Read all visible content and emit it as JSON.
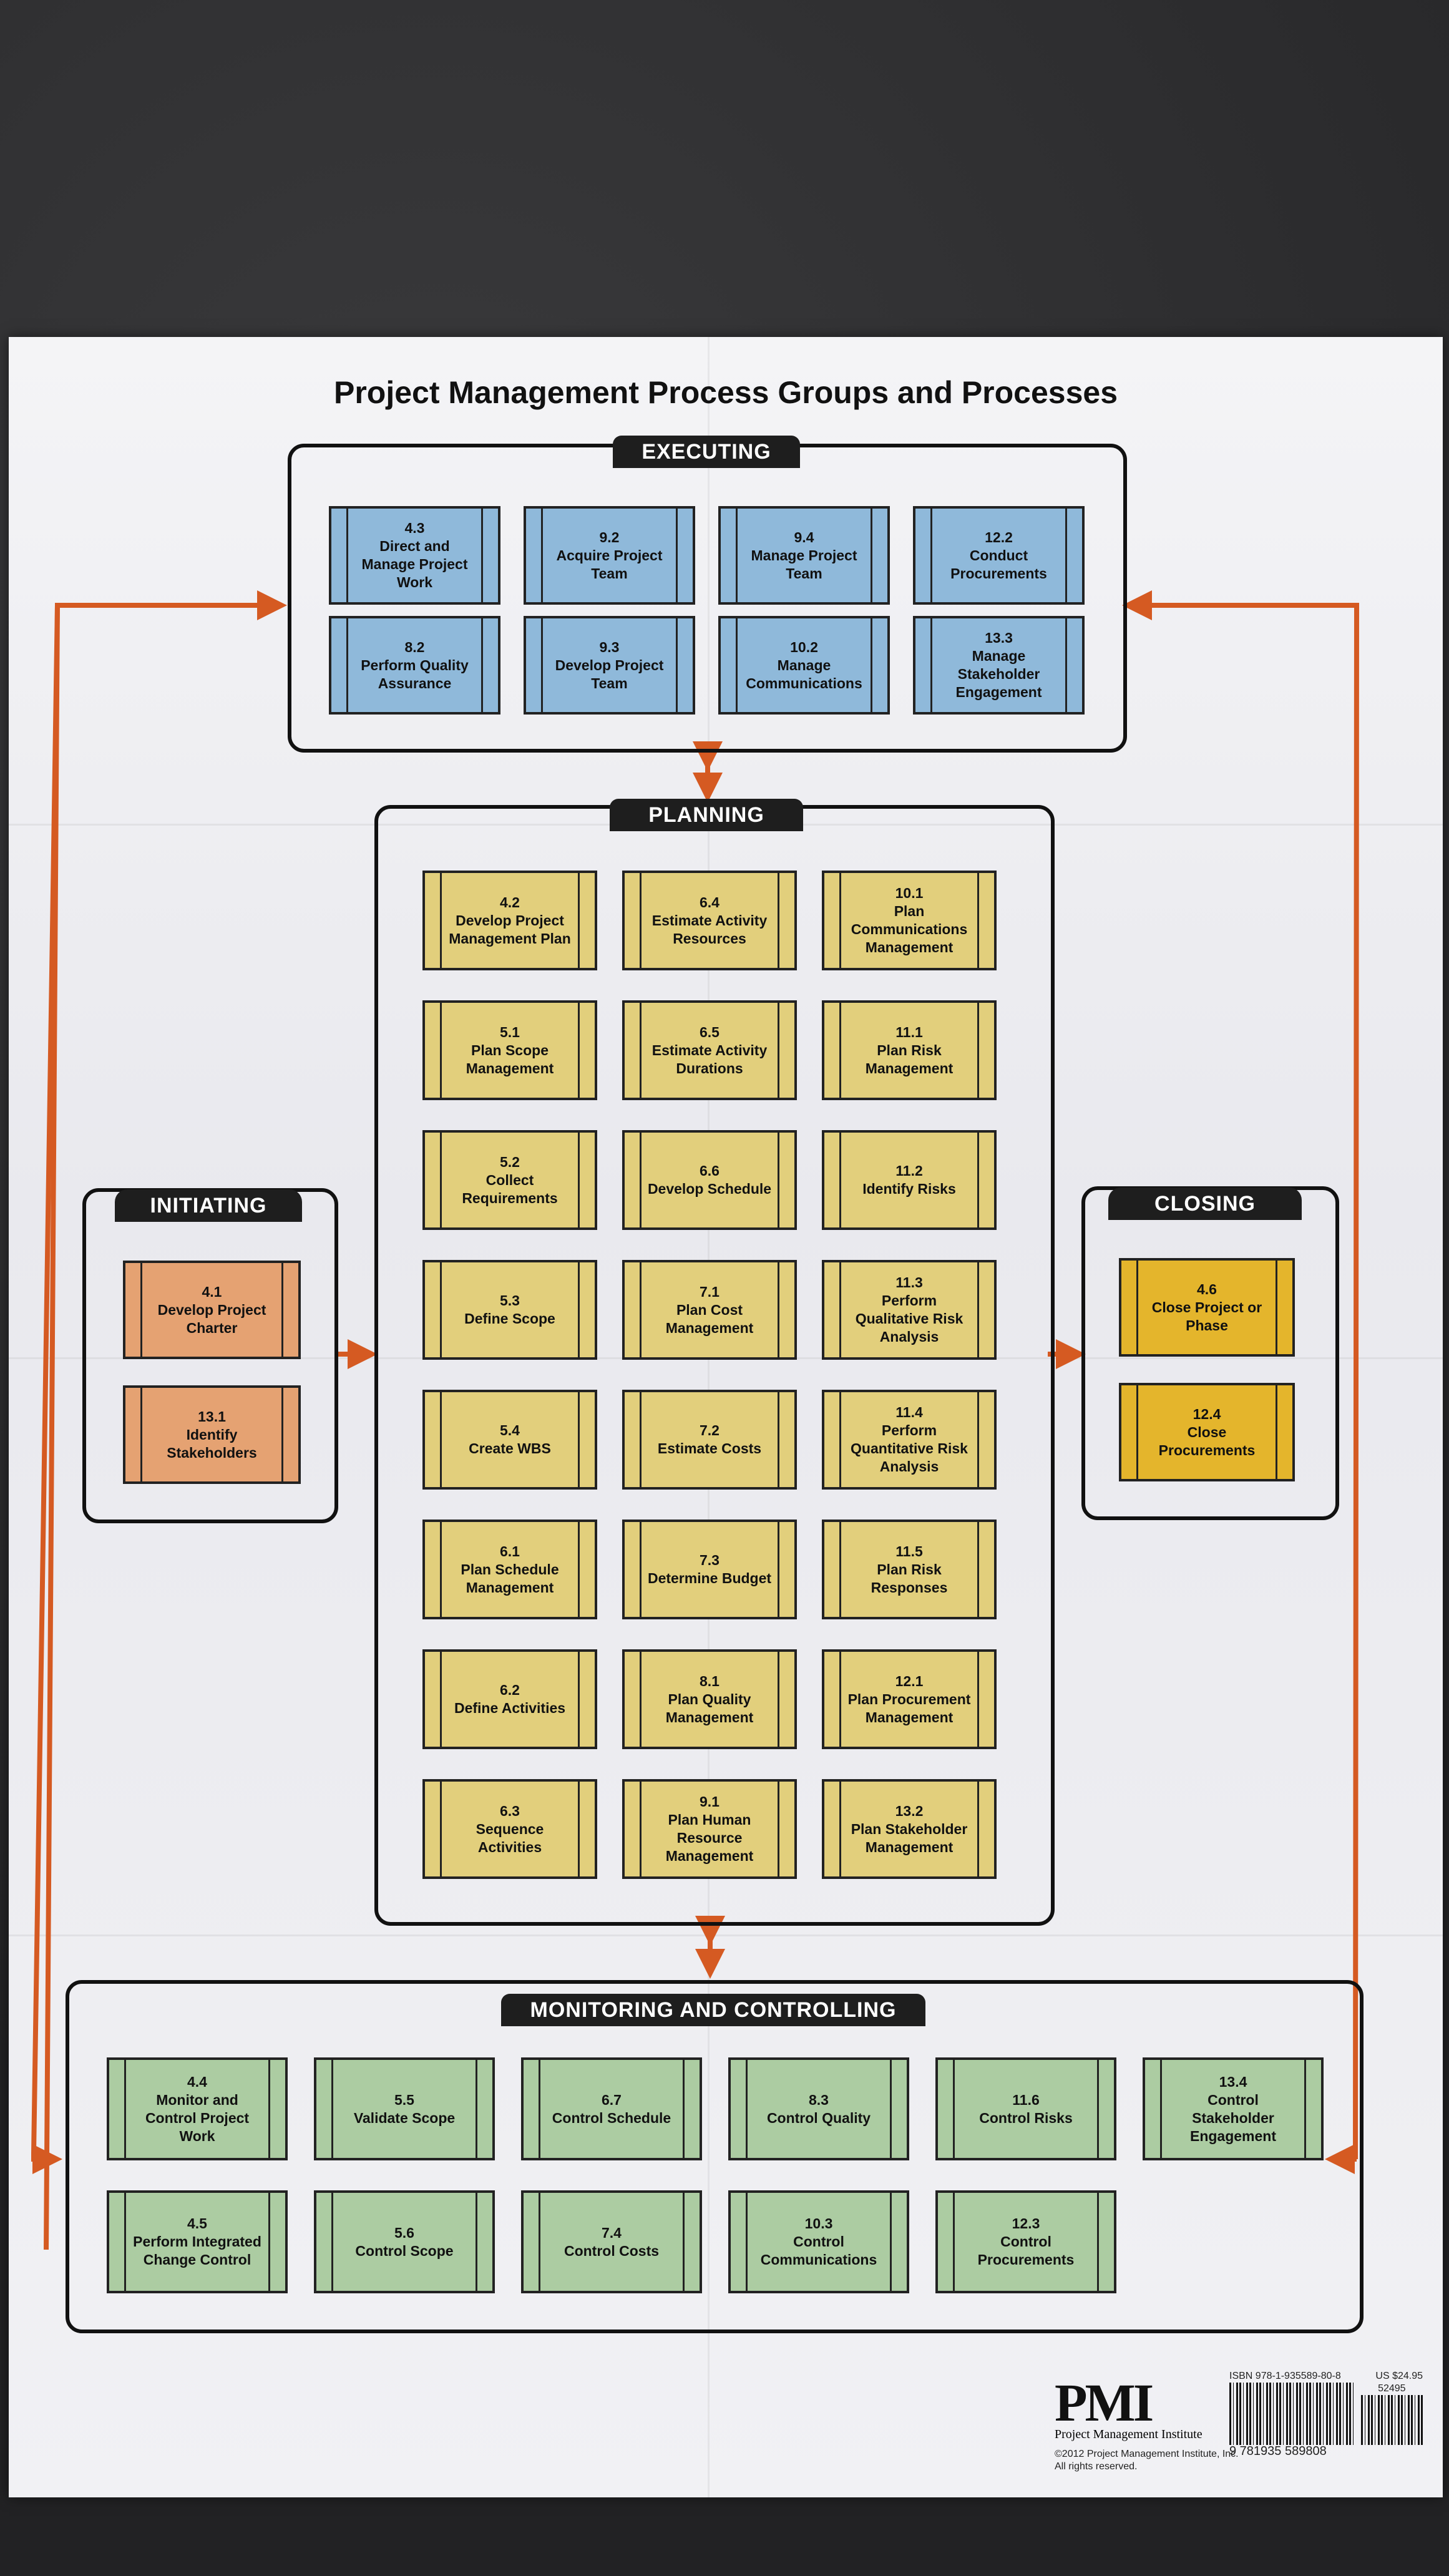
{
  "title": "Project Management Process Groups and Processes",
  "colors": {
    "executing": "#8fb9da",
    "planning": "#e2cf7c",
    "initiating": "#e5a272",
    "closing": "#e4b52c",
    "monitoring": "#acccA2",
    "arrow": "#d55a22"
  },
  "groups": {
    "executing": {
      "label": "EXECUTING",
      "processes": [
        {
          "id": "4.3",
          "name": "Direct and Manage Project Work"
        },
        {
          "id": "9.2",
          "name": "Acquire Project Team"
        },
        {
          "id": "9.4",
          "name": "Manage Project Team"
        },
        {
          "id": "12.2",
          "name": "Conduct Procurements"
        },
        {
          "id": "8.2",
          "name": "Perform Quality Assurance"
        },
        {
          "id": "9.3",
          "name": "Develop Project Team"
        },
        {
          "id": "10.2",
          "name": "Manage Communications"
        },
        {
          "id": "13.3",
          "name": "Manage Stakeholder Engagement"
        }
      ]
    },
    "planning": {
      "label": "PLANNING",
      "processes": [
        {
          "id": "4.2",
          "name": "Develop Project Management Plan"
        },
        {
          "id": "6.4",
          "name": "Estimate Activity Resources"
        },
        {
          "id": "10.1",
          "name": "Plan Communications Management"
        },
        {
          "id": "5.1",
          "name": "Plan Scope Management"
        },
        {
          "id": "6.5",
          "name": "Estimate Activity Durations"
        },
        {
          "id": "11.1",
          "name": "Plan Risk Management"
        },
        {
          "id": "5.2",
          "name": "Collect Requirements"
        },
        {
          "id": "6.6",
          "name": "Develop Schedule"
        },
        {
          "id": "11.2",
          "name": "Identify Risks"
        },
        {
          "id": "5.3",
          "name": "Define Scope"
        },
        {
          "id": "7.1",
          "name": "Plan Cost Management"
        },
        {
          "id": "11.3",
          "name": "Perform Qualitative Risk Analysis"
        },
        {
          "id": "5.4",
          "name": "Create WBS"
        },
        {
          "id": "7.2",
          "name": "Estimate Costs"
        },
        {
          "id": "11.4",
          "name": "Perform Quantitative Risk Analysis"
        },
        {
          "id": "6.1",
          "name": "Plan Schedule Management"
        },
        {
          "id": "7.3",
          "name": "Determine Budget"
        },
        {
          "id": "11.5",
          "name": "Plan Risk Responses"
        },
        {
          "id": "6.2",
          "name": "Define Activities"
        },
        {
          "id": "8.1",
          "name": "Plan Quality Management"
        },
        {
          "id": "12.1",
          "name": "Plan Procurement Management"
        },
        {
          "id": "6.3",
          "name": "Sequence Activities"
        },
        {
          "id": "9.1",
          "name": "Plan Human Resource Management"
        },
        {
          "id": "13.2",
          "name": "Plan Stakeholder Management"
        }
      ]
    },
    "initiating": {
      "label": "INITIATING",
      "processes": [
        {
          "id": "4.1",
          "name": "Develop Project Charter"
        },
        {
          "id": "13.1",
          "name": "Identify Stakeholders"
        }
      ]
    },
    "closing": {
      "label": "CLOSING",
      "processes": [
        {
          "id": "4.6",
          "name": "Close Project or Phase"
        },
        {
          "id": "12.4",
          "name": "Close Procurements"
        }
      ]
    },
    "monitoring": {
      "label": "MONITORING AND CONTROLLING",
      "processes": [
        {
          "id": "4.4",
          "name": "Monitor and Control Project Work"
        },
        {
          "id": "5.5",
          "name": "Validate Scope"
        },
        {
          "id": "6.7",
          "name": "Control Schedule"
        },
        {
          "id": "8.3",
          "name": "Control Quality"
        },
        {
          "id": "11.6",
          "name": "Control Risks"
        },
        {
          "id": "13.4",
          "name": "Control Stakeholder Engagement"
        },
        {
          "id": "4.5",
          "name": "Perform Integrated Change Control"
        },
        {
          "id": "5.6",
          "name": "Control Scope"
        },
        {
          "id": "7.4",
          "name": "Control Costs"
        },
        {
          "id": "10.3",
          "name": "Control Communications"
        },
        {
          "id": "12.3",
          "name": "Control Procurements"
        }
      ]
    }
  },
  "footer": {
    "logo_text": "PMI",
    "org": "Project Management Institute",
    "copyright": "©2012 Project Management Institute, Inc.",
    "rights": "All rights reserved.",
    "isbn": "ISBN 978-1-935589-80-8",
    "price": "US $24.95",
    "price_code": "52495",
    "barcode_number": "9 781935 589808"
  }
}
